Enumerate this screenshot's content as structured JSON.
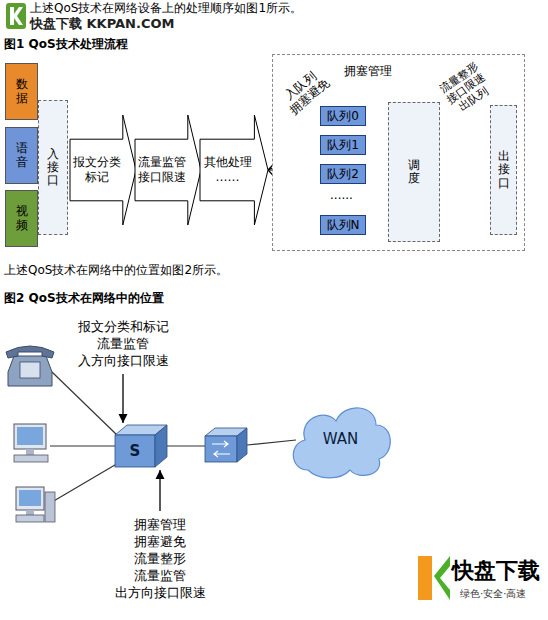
{
  "diagram": {
    "nodes": [
      {
        "text": [
          "数据"
        ]
      },
      {
        "text": [
          "语音"
        ]
      },
      {
        "text": [
          "视频"
        ]
      },
      {
        "text": [
          "入接口"
        ]
      },
      {
        "text": [
          "报文分类标记"
        ]
      },
      {
        "text": [
          "流量监管接口限速"
        ]
      },
      {
        "text": [
          "其他处理",
          "……"
        ]
      },
      {
        "text": [
          "拥塞管理",
          "入队列 拥塞避免",
          "流量整形 接口限速 出队列"
        ]
      },
      {
        "text": [
          "队列0"
        ],
        "in": 7
      },
      {
        "text": [
          "队列1"
        ],
        "in": 7
      },
      {
        "text": [
          "队列2"
        ],
        "in": 7
      },
      {
        "text": [
          "队列N"
        ],
        "in": 7
      },
      {
        "text": [
          "调度"
        ],
        "in": 7
      },
      {
        "text": [
          "出接口"
        ],
        "in": 7
      },
      {
        "text": [
          "S"
        ]
      },
      {
        "text": [
          "WAN"
        ]
      }
    ],
    "edges": [
      {
        "from": 6,
        "to": 8,
        "arrow": "to"
      },
      {
        "from": 6,
        "to": 9,
        "arrow": "to"
      },
      {
        "from": 6,
        "to": 10,
        "arrow": "to"
      },
      {
        "from": 6,
        "to": 11,
        "arrow": "to"
      },
      {
        "from": 8,
        "to": 12,
        "arrow": "to"
      },
      {
        "from": 9,
        "to": 12,
        "arrow": "to"
      },
      {
        "from": 10,
        "to": 12,
        "arrow": "to"
      },
      {
        "from": 11,
        "to": 12,
        "arrow": "to"
      },
      {
        "from": 12,
        "to": 13,
        "arrow": "to"
      },
      {
        "from": 12,
        "to": 13,
        "arrow": "to"
      },
      {
        "from": 12,
        "to": 13,
        "arrow": "to"
      },
      {
        "from": 12,
        "to": 13,
        "arrow": "to"
      }
    ],
    "labels": [
      "快盘下载 KKPAN.COM",
      "上述QoS技术在网络设备上的处理顺序如图1所示。",
      "图1 QoS技术处理流程",
      "......",
      "上述QoS技术在网络中的位置如图2所示。",
      "图2 QoS技术在网络中的位置",
      "报文分类和标记 流量监管 入方向接口限速",
      "拥塞管理 拥塞避免 流量整形 流量监管 出方向接口限速",
      "快盘下载",
      "绿色·安全·高速"
    ]
  }
}
